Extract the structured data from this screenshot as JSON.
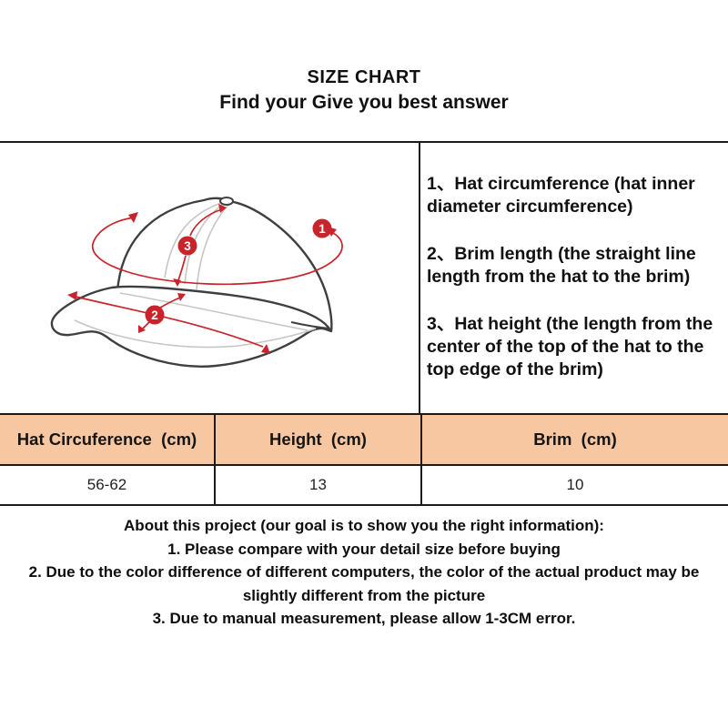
{
  "header": {
    "title": "SIZE CHART",
    "subtitle": "Find your Give you best answer"
  },
  "diagram": {
    "description": "line drawing of a baseball cap with red measurement arrows",
    "badges": [
      {
        "label": "1"
      },
      {
        "label": "2"
      },
      {
        "label": "3"
      }
    ]
  },
  "legend": {
    "items": [
      "1、Hat circumference (hat inner diameter circumference)",
      "2、Brim length (the straight line length from the hat to the brim)",
      "3、Hat height (the length from the center of the top of the hat to the top edge of the brim)"
    ]
  },
  "size_table": {
    "columns": [
      "Hat Circuference  (cm)",
      "Height  (cm)",
      "Brim  (cm)"
    ],
    "rows": [
      [
        "56-62",
        "13",
        "10"
      ]
    ]
  },
  "about": {
    "heading": "About this project (our goal is to show you the right information):",
    "items": [
      "1. Please compare with your detail size before buying",
      "2. Due to the color difference of different computers, the color of the actual product may be slightly different from the picture",
      "3. Due to manual measurement, please allow 1-3CM error."
    ]
  },
  "colors": {
    "accent_red": "#c9242b",
    "table_header_bg": "#f7c7a1",
    "border": "#1b1b1b",
    "hat_outline": "#3f3f3f",
    "hat_seam": "#c4c8c4"
  }
}
